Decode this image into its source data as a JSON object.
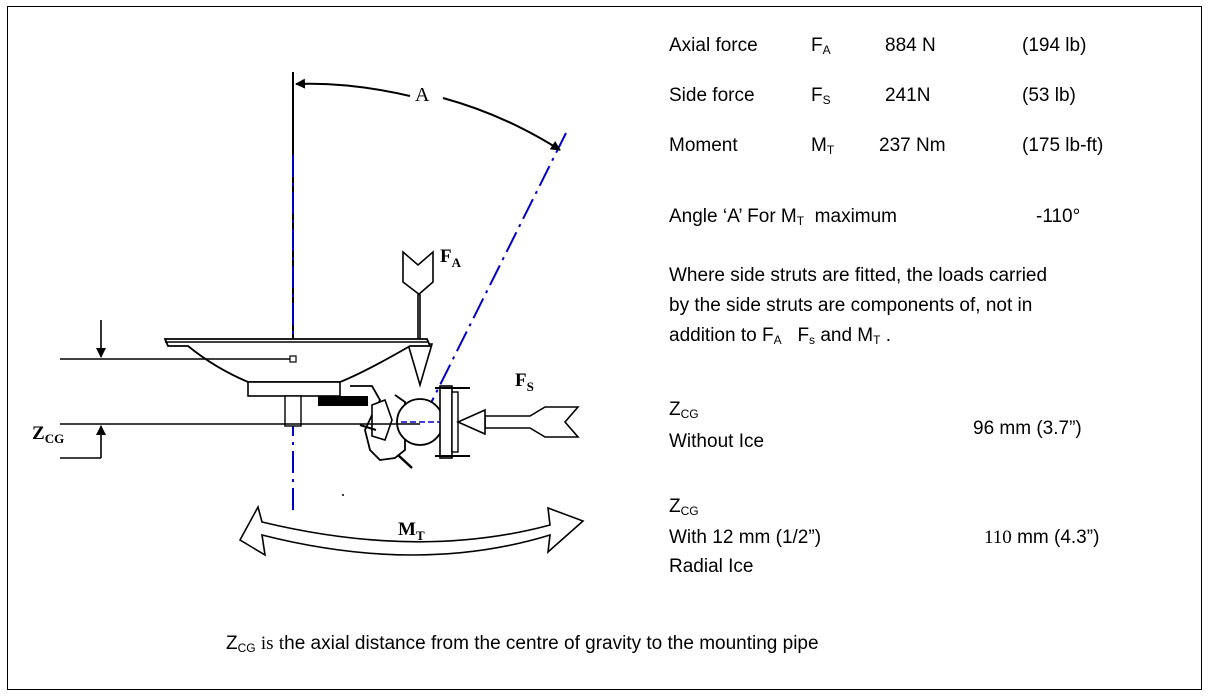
{
  "diagram": {
    "angle_label": "A",
    "fa_label": "F",
    "fa_sub": "A",
    "fs_label": "F",
    "fs_sub": "S",
    "mt_label": "M",
    "mt_sub": "T",
    "zcg_label": "Z",
    "zcg_sub": "CG"
  },
  "forces": {
    "axial": {
      "name": "Axial force",
      "symbol": "F",
      "sub": "A",
      "metric": "884 N",
      "imperial": "(194 lb)"
    },
    "side": {
      "name": "Side force",
      "symbol": "F",
      "sub": "S",
      "metric": "241N",
      "imperial": "(53 lb)"
    },
    "moment": {
      "name": "Moment",
      "symbol": "M",
      "sub": "T",
      "metric": "237 Nm",
      "imperial": "(175 lb-ft)"
    }
  },
  "angle": {
    "prefix": "Angle ‘A’ For M",
    "sub": "T",
    "suffix": "maximum",
    "value": "-110°"
  },
  "struts": {
    "line1": "Where side struts are fitted, the loads carried",
    "line2": "by the side struts are components of, not in",
    "line3_prefix": "addition to F",
    "fa_sub": "A",
    "fs": "F",
    "fs_sub": "s",
    "and": "and M",
    "mt_sub": "T",
    "dot": "."
  },
  "zcg_without": {
    "z": "Z",
    "z_sub": "CG",
    "desc": "Without Ice",
    "value": "96 mm (3.7”)"
  },
  "zcg_with": {
    "z": "Z",
    "z_sub": "CG",
    "desc1": "With 12 mm (1/2”)",
    "desc2": "Radial Ice",
    "value_num": "110",
    "value_rest": "mm (4.3”)"
  },
  "footnote": {
    "z": "Z",
    "z_sub": "CG",
    "is": "is",
    "t": "t",
    "rest": "he axial distance from the centre of gravity to the mounting pipe"
  },
  "colors": {
    "axis_line": "#0000cc",
    "ink": "#000000"
  }
}
